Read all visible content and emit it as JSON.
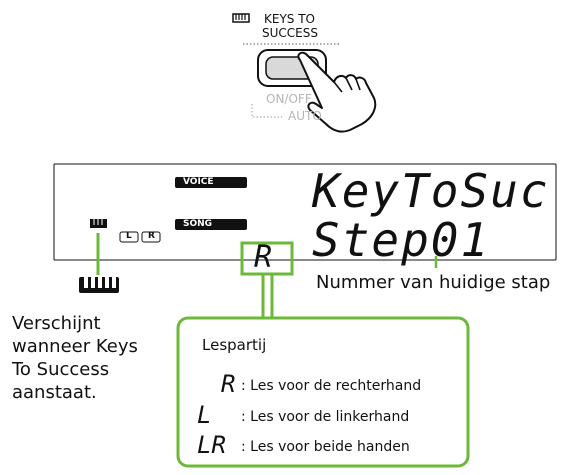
{
  "button_panel": {
    "keys_to_success_label_line1": "KEYS TO",
    "keys_to_success_label_line2": "SUCCESS",
    "on_off_label": "ON/OFF",
    "auto_label": "AUTO",
    "keyboard_icon": "keyboard-icon",
    "hand_icon": "pointing-hand-icon"
  },
  "display": {
    "voice_badge": "VOICE",
    "song_badge": "SONG",
    "line1": "KeyToSuc",
    "line2": "Step01",
    "part_indicator": "R",
    "left_label": "L",
    "right_label": "R"
  },
  "annotations": {
    "step_number": "Nummer van huidige stap",
    "keys_to_success_icon_desc": [
      "Verschijnt",
      "wanneer Keys",
      "To Success",
      "aanstaat."
    ]
  },
  "lesson_part_box": {
    "title": "Lespartij",
    "items": [
      {
        "symbol": "R",
        "text": ": Les voor de rechterhand"
      },
      {
        "symbol": "L",
        "text": ": Les voor de linkerhand"
      },
      {
        "symbol": "LR",
        "text": ": Les voor beide handen"
      }
    ]
  },
  "colors": {
    "accent_green": "#6cb83a",
    "display_black": "#111111",
    "button_gray": "#d9d9d9"
  }
}
